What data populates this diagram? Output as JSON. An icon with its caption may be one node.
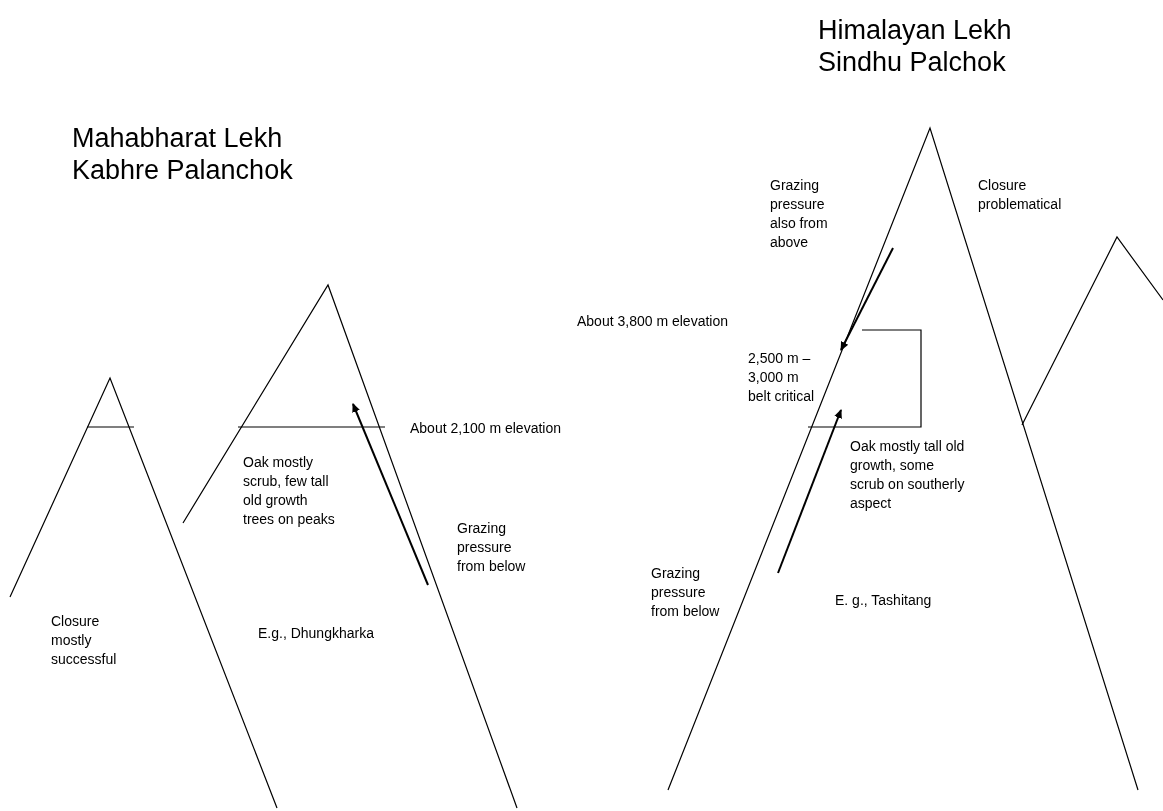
{
  "diagram": {
    "labels": [
      "Himalayan Lekh Sindhu Palchok",
      "Mahabharat Lekh Kabhre Palanchok",
      "Grazing pressure also from above",
      "Closure problematical",
      "About 3,800 m elevation",
      "2,500 m – 3,000 m belt critical",
      "About 2,100 m elevation",
      "Oak mostly scrub, few tall old growth trees on peaks",
      "Oak mostly tall old growth, some scrub on southerly aspect",
      "Grazing pressure from below",
      "Grazing pressure from below",
      "Closure mostly successful",
      "E. g., Tashitang",
      "E.g., Dhungkharka"
    ]
  }
}
